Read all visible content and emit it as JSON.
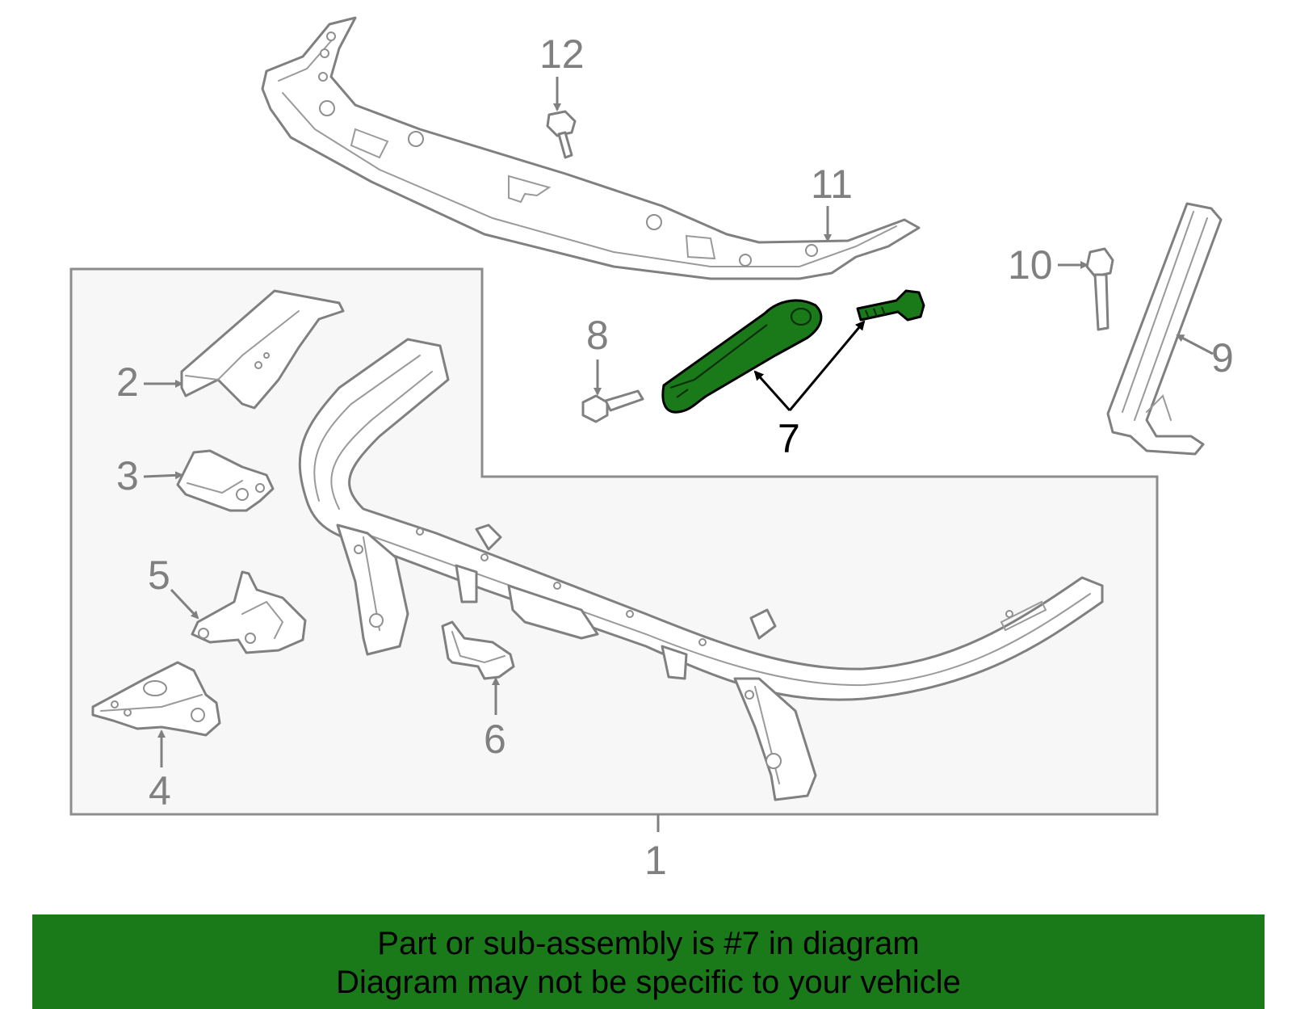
{
  "callouts": {
    "c1": "1",
    "c2": "2",
    "c3": "3",
    "c4": "4",
    "c5": "5",
    "c6": "6",
    "c7": "7",
    "c8": "8",
    "c9": "9",
    "c10": "10",
    "c11": "11",
    "c12": "12"
  },
  "highlight_part": "7",
  "colors": {
    "highlight": "#1a7a1a",
    "banner": "#1a7a1a",
    "line": "#808080",
    "group_box_fill": "#f7f7f7"
  },
  "banner": {
    "line1": "Part or sub-assembly is #7 in diagram",
    "line2": "Diagram may not be specific to your vehicle"
  }
}
